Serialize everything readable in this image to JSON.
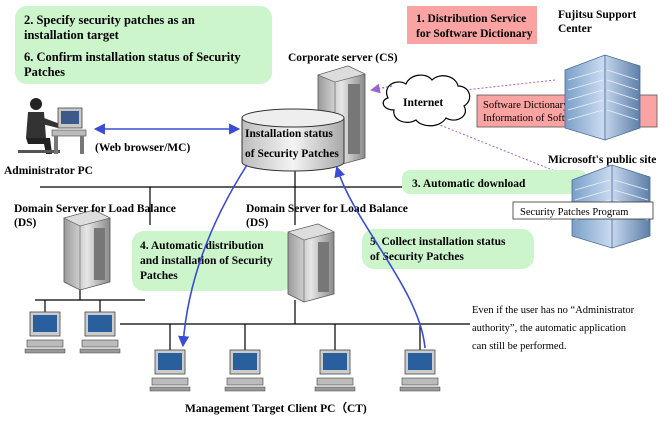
{
  "callouts": {
    "specify_line1": "2. Specify security patches as an",
    "specify_line2": "installation target",
    "confirm_line1": "6. Confirm installation status of Security",
    "confirm_line2": "Patches",
    "distribution_line1": "1. Distribution Service",
    "distribution_line2": "for Software Dictionary",
    "auto_download": "3.  Automatic download",
    "auto_distribution_line1": "4. Automatic distribution",
    "auto_distribution_line2": "and installation of Security",
    "auto_distribution_line3": "Patches",
    "collect_line1": "5. Collect installation status",
    "collect_line2": "of Security Patches"
  },
  "labels": {
    "fujitsu_line1": "Fujitsu Support",
    "fujitsu_line2": "Center",
    "corporate_server": "Corporate server (CS)",
    "internet": "Internet",
    "software_dictionary_line1": "Software Dictionary(Definition",
    "software_dictionary_line2": "Information of Software Inspection)",
    "install_status_line1": "Installation status",
    "install_status_line2": "of Security Patches",
    "web_browser": "(Web browser/MC)",
    "admin_pc": "Administrator PC",
    "microsoft_site": "Microsoft's public site",
    "security_patches_program": "Security Patches Program",
    "ds_left_line1": "Domain Server for Load Balance",
    "ds_left_line2": "(DS)",
    "ds_right_line1": "Domain Server for Load Balance",
    "ds_right_line2": "(DS)",
    "client_pc": "Management Target Client PC（CT)"
  },
  "note": {
    "line1": "Even if the user has no “Administrator",
    "line2": "authority”, the automatic application",
    "line3": "can still be performed."
  },
  "colors": {
    "callout_fill": "#ccf5cc",
    "pink_fill": "#f9a3a3",
    "arrow_blue": "#3a4bd6",
    "dashed_purple": "#9966cc",
    "connection_line": "#000000"
  }
}
